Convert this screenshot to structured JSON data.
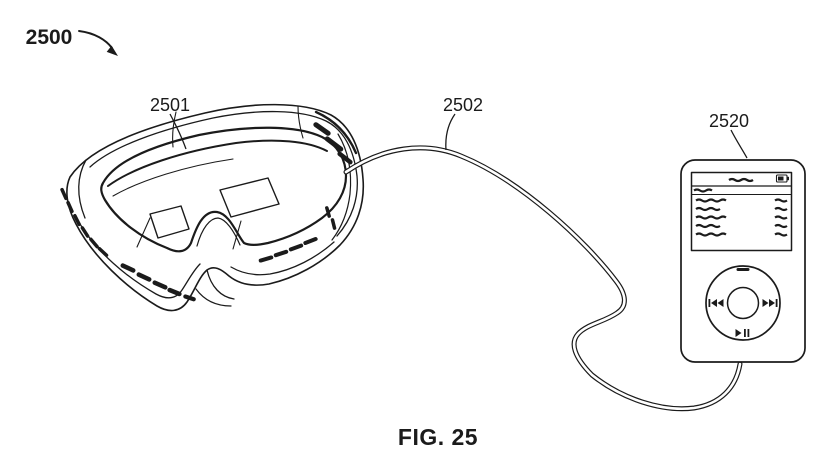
{
  "figure": {
    "system_label": "2500",
    "caption": "FIG. 25",
    "labels": {
      "goggles": "2501",
      "cable": "2502",
      "media_player": "2520"
    }
  },
  "icons": {
    "battery": "battery-icon",
    "menu": "menu-bar-icon",
    "previous": "previous-track-icon",
    "next": "next-track-icon",
    "play_pause": "play-pause-icon"
  },
  "colors": {
    "line": "#1b1b1b",
    "background": "#ffffff"
  }
}
